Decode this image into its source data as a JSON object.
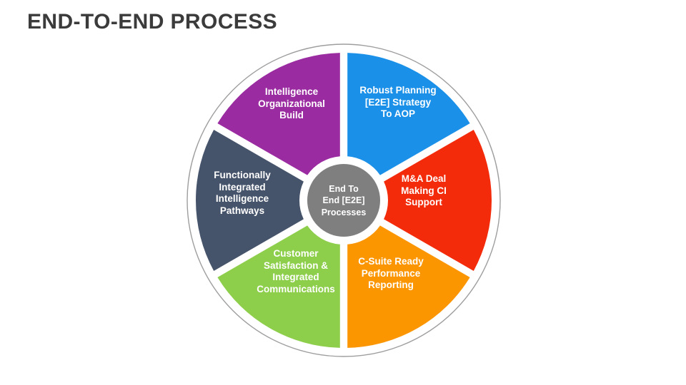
{
  "slide": {
    "title": "END-TO-END PROCESS",
    "background_color": "#ffffff",
    "title_color": "#3b3b3b"
  },
  "diagram": {
    "type": "segmented-donut-wheel",
    "segment_count": 6,
    "segment_angle_degrees": 60,
    "outer_ring_color": "#9e9e9e",
    "gap_color": "#ffffff",
    "hub": {
      "label": "End To\nEnd [E2E]\nProcesses",
      "color": "#7f7f7f",
      "text_color": "#ffffff",
      "icon": "hub-circle-icon"
    },
    "segments": [
      {
        "id": "planning",
        "label": "Robust Planning\n[E2E] Strategy\nTo AOP",
        "color": "#1a90e8",
        "text_color": "#ffffff",
        "start_angle": 0,
        "end_angle": 60
      },
      {
        "id": "mna",
        "label": "M&A Deal\nMaking CI\nSupport",
        "color": "#f32b0a",
        "text_color": "#ffffff",
        "start_angle": 60,
        "end_angle": 120
      },
      {
        "id": "csuite",
        "label": "C-Suite Ready\nPerformance\nReporting",
        "color": "#fb9500",
        "text_color": "#ffffff",
        "start_angle": 120,
        "end_angle": 180
      },
      {
        "id": "customer",
        "label": "Customer\nSatisfaction &\nIntegrated\nCommunications",
        "color": "#8dce4a",
        "text_color": "#ffffff",
        "start_angle": 180,
        "end_angle": 240
      },
      {
        "id": "functionally",
        "label": "Functionally\nIntegrated\nIntelligence\nPathways",
        "color": "#46546b",
        "text_color": "#ffffff",
        "start_angle": 240,
        "end_angle": 300
      },
      {
        "id": "intelligence",
        "label": "Intelligence\nOrganizational\nBuild",
        "color": "#9a2ba0",
        "text_color": "#ffffff",
        "start_angle": 300,
        "end_angle": 360
      }
    ]
  }
}
